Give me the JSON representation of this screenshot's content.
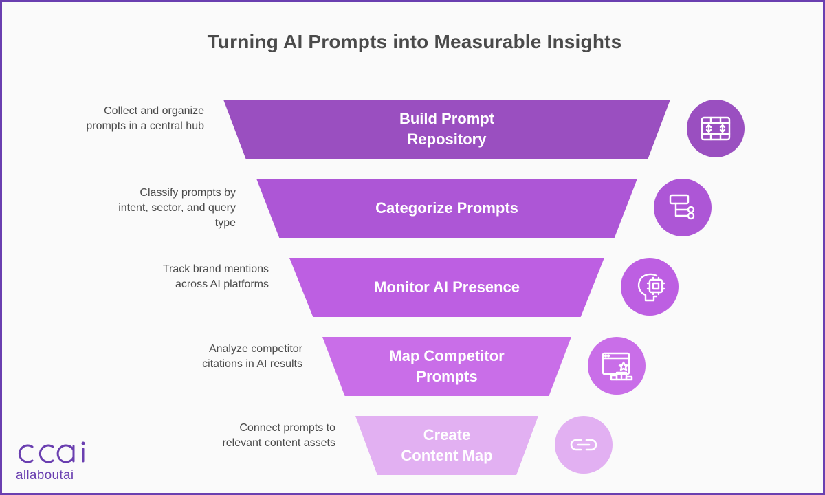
{
  "title": "Turning AI Prompts into Measurable Insights",
  "colors": {
    "frame": "#6a3fb0",
    "step1": "#9a4fc0",
    "step2": "#ad56d6",
    "step3": "#bd5fe2",
    "step4": "#c96ee8",
    "step5": "#e2b0f2",
    "title_text": "#4a4a4a"
  },
  "steps": [
    {
      "label": "Build Prompt Repository",
      "description": [
        "Collect and organize",
        "prompts in a central hub"
      ],
      "icon": "database-grid-icon"
    },
    {
      "label": "Categorize Prompts",
      "description": [
        "Classify prompts by",
        "intent, sector, and query",
        "type"
      ],
      "icon": "hierarchy-tree-icon"
    },
    {
      "label": "Monitor AI Presence",
      "description": [
        "Track brand mentions",
        "across AI platforms"
      ],
      "icon": "ai-head-chip-icon"
    },
    {
      "label": "Map Competitor Prompts",
      "description": [
        "Analyze competitor",
        "citations in AI results"
      ],
      "icon": "competitor-ranking-icon"
    },
    {
      "label": "Create Content Map",
      "description": [
        "Connect prompts to",
        "relevant content assets"
      ],
      "icon": "link-icon"
    }
  ],
  "logo": {
    "text": "allaboutai"
  }
}
